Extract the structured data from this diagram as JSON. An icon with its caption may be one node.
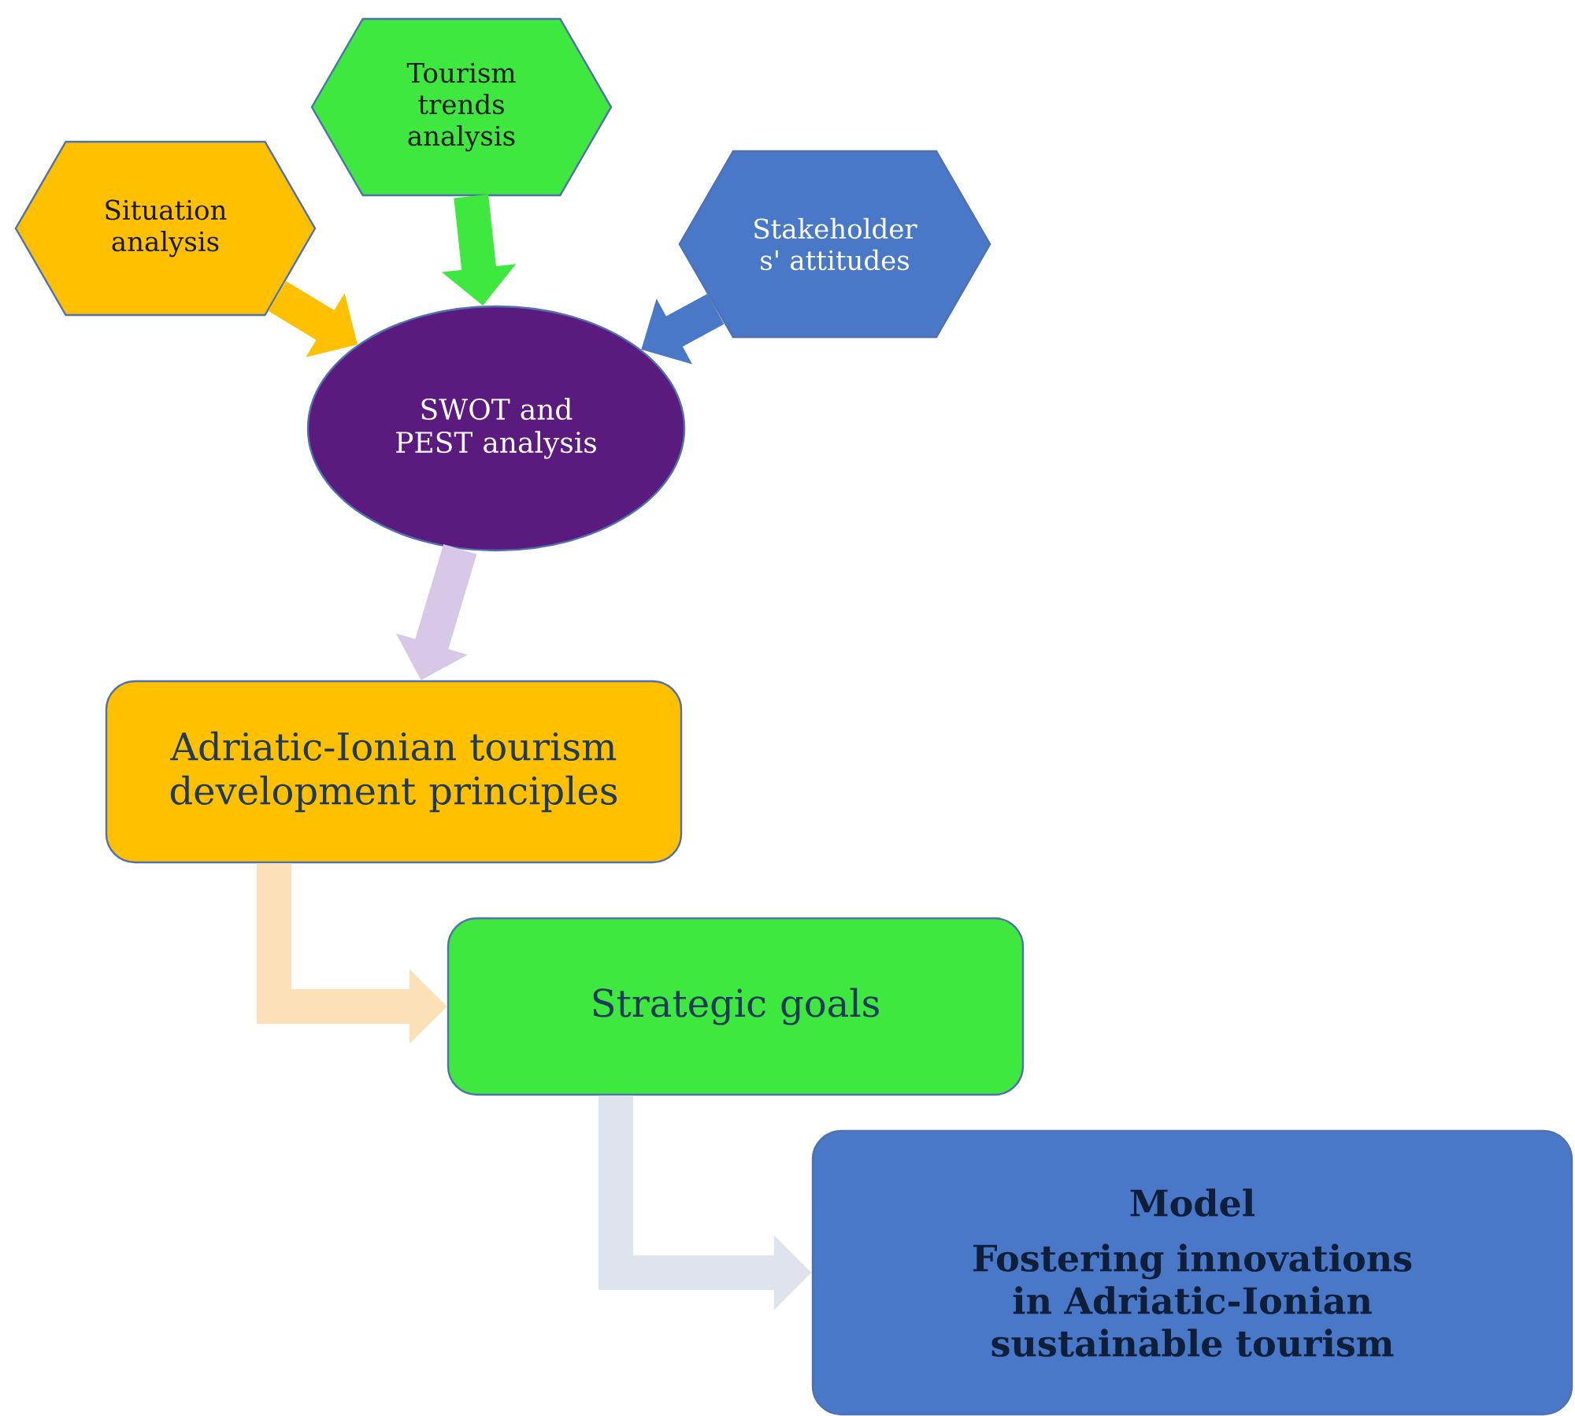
{
  "diagram": {
    "nodes": [
      {
        "text": [
          "Situation analysis"
        ]
      },
      {
        "text": [
          "Tourism trends analysis"
        ]
      },
      {
        "text": [
          "Stakeholder s' attitudes"
        ]
      },
      {
        "text": [
          "SWOT and PEST analysis"
        ]
      },
      {
        "text": [
          "Adriatic-Ionian tourism development principles"
        ]
      },
      {
        "text": [
          "Strategic goals"
        ]
      },
      {
        "text": [
          "Model",
          "Fostering innovations in Adriatic-Ionian sustainable tourism"
        ]
      }
    ],
    "edges": [
      {
        "from": 0,
        "to": 3,
        "arrow": "to",
        "color": "#ffc000"
      },
      {
        "from": 1,
        "to": 3,
        "arrow": "to",
        "color": "#3ee83e"
      },
      {
        "from": 2,
        "to": 3,
        "arrow": "to",
        "color": "#4a78c8"
      },
      {
        "from": 3,
        "to": 4,
        "arrow": "to",
        "color": "#d8c8e8"
      },
      {
        "from": 4,
        "to": 5,
        "arrow": "to",
        "color": "#fbe0b8"
      },
      {
        "from": 5,
        "to": 6,
        "arrow": "to",
        "color": "#dfe4ec"
      }
    ]
  }
}
